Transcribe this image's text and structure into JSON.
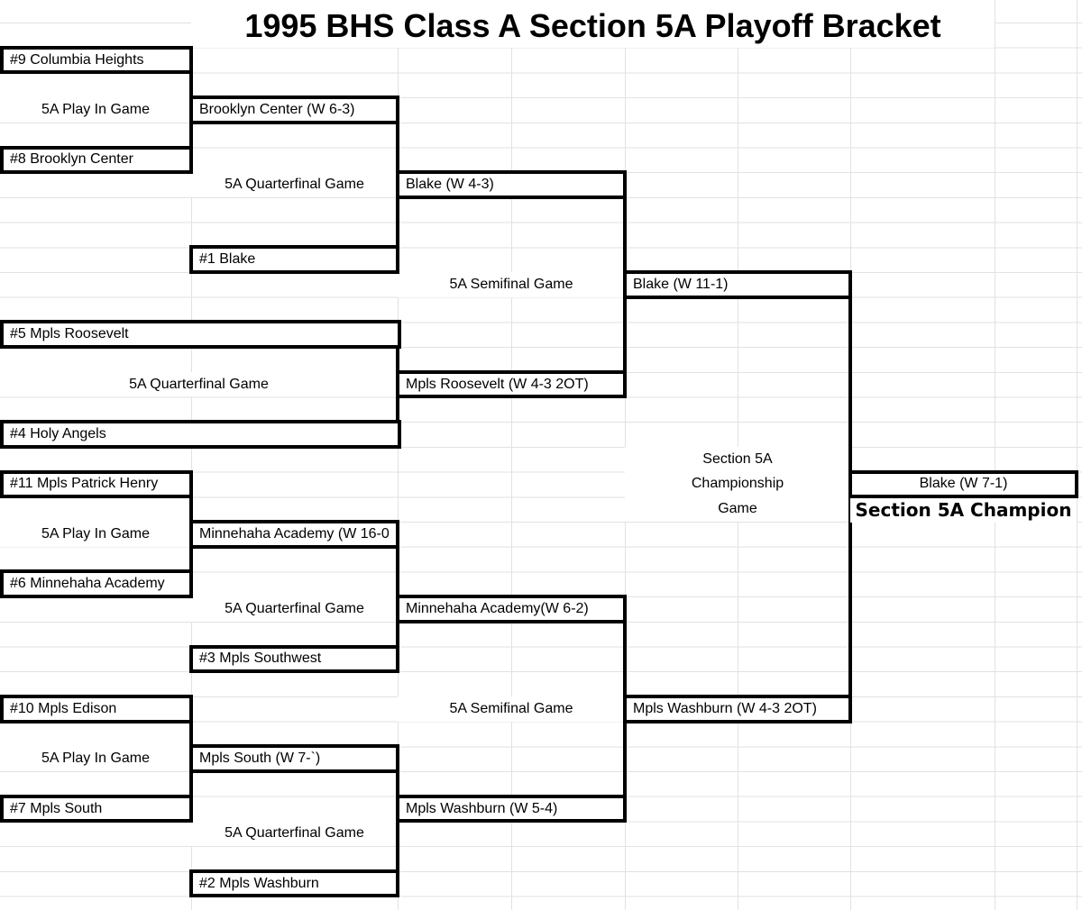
{
  "title": "1995 BHS Class A Section 5A Playoff Bracket",
  "round_labels": {
    "play_in": "5A Play In Game",
    "quarterfinal": "5A Quarterfinal Game",
    "semifinal": "5A Semifinal Game",
    "final_line1": "Section 5A",
    "final_line2": "Championship",
    "final_line3": "Game"
  },
  "seeds": {
    "s9": "#9 Columbia Heights",
    "s8": "#8 Brooklyn Center",
    "s1": "#1 Blake",
    "s5": "#5 Mpls Roosevelt",
    "s4": "#4 Holy Angels",
    "s11": "#11 Mpls Patrick Henry",
    "s6": "#6 Minnehaha Academy",
    "s3": "#3 Mpls Southwest",
    "s10": "#10 Mpls Edison",
    "s7": "#7 Mpls South",
    "s2": "#2 Mpls Washburn"
  },
  "winners": {
    "play_in_1": "Brooklyn Center (W 6-3)",
    "quarterfinal_1": "Blake (W 4-3)",
    "quarterfinal_2": "Mpls Roosevelt (W 4-3 2OT)",
    "semifinal_1": "Blake (W 11-1)",
    "play_in_2": "Minnehaha Academy (W 16-0",
    "quarterfinal_3": "Minnehaha Academy(W 6-2)",
    "play_in_3": "Mpls South (W 7-`)",
    "quarterfinal_4": "Mpls Washburn (W 5-4)",
    "semifinal_2": "Mpls Washburn (W 4-3 2OT)",
    "champion": "Blake (W 7-1)"
  },
  "champion_caption": "Section 5A Champion"
}
